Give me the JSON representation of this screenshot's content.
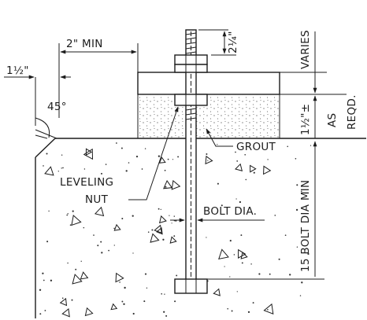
{
  "labels": {
    "min_2in": "2\" MIN",
    "one_half": "1½\"",
    "angle": "45°",
    "two_quarter": "2¼\"",
    "varies": "VARIES",
    "one_half_pm": "1½\"±",
    "as": "AS",
    "reqd": "REQD.",
    "grout": "GROUT",
    "leveling": "LEVELING",
    "nut": "NUT",
    "bolt_dia": "BOLT DIA.",
    "fifteen_bolt": "15 BOLT DIA MIN"
  },
  "colors": {
    "line": "#1c1c1c",
    "background": "#ffffff"
  }
}
